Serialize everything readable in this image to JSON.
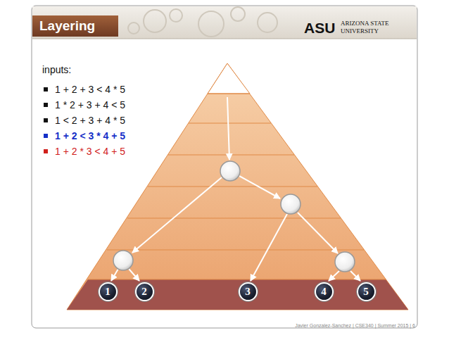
{
  "diagram": {
    "title": "Layering",
    "nodes": [
      {
        "text": [
          "1"
        ]
      },
      {
        "text": [
          "2"
        ]
      },
      {
        "text": [
          "3"
        ]
      },
      {
        "text": [
          "4"
        ]
      },
      {
        "text": [
          "5"
        ]
      }
    ],
    "labels": [
      "inputs:",
      "1 + 2 + 3 < 4 * 5",
      "1 * 2 + 3 + 4 < 5",
      "1 < 2 + 3 + 4 * 5",
      "1 + 2 < 3 * 4 + 5",
      "1 + 2 * 3 < 4 + 5",
      "ASU",
      "ARIZONA STATE UNIVERSITY",
      "Javier Gonzalez-Sanchez | CSE340 | Summer 2015 | 6"
    ]
  }
}
